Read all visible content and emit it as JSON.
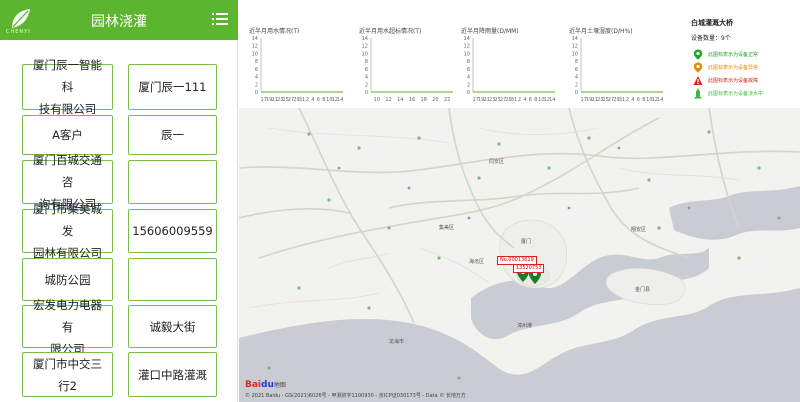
{
  "app": {
    "title": "园林浇灌",
    "logo_text": "CHENYI"
  },
  "colors": {
    "brand_green": "#5cb52e",
    "card_border": "#78c04d",
    "legend_green": "#2aa12a",
    "legend_orange": "#e38b00",
    "legend_red": "#d9251d",
    "legend_lime": "#3fb93f"
  },
  "icons": {
    "menu": "menu-list-icon",
    "logo": "leaf-logo-icon",
    "marker": "map-marker-icon"
  },
  "cards": [
    {
      "lines": [
        "厦门辰一智能科",
        "技有限公司"
      ]
    },
    {
      "lines": [
        "厦门辰一111"
      ]
    },
    {
      "lines": [
        "A客户"
      ]
    },
    {
      "lines": [
        "辰一"
      ]
    },
    {
      "lines": [
        "厦门百城交通咨",
        "询有限公司"
      ]
    },
    {
      "lines": [
        ""
      ]
    },
    {
      "lines": [
        "厦门市集美城发",
        "园林有限公司"
      ]
    },
    {
      "lines": [
        "15606009559"
      ]
    },
    {
      "lines": [
        "城防公园"
      ]
    },
    {
      "lines": [
        ""
      ]
    },
    {
      "lines": [
        "宏发电力电器有",
        "限公司"
      ]
    },
    {
      "lines": [
        "诚毅大街"
      ]
    },
    {
      "lines": [
        "厦门市中交三行2"
      ]
    },
    {
      "lines": [
        "灌口中路灌溉"
      ]
    }
  ],
  "chart_data": [
    {
      "type": "bar",
      "title": "近半月用水情况(T)",
      "ylim": [
        0,
        14
      ],
      "yticks": [
        "14",
        "12",
        "10",
        "8",
        "6",
        "4",
        "2",
        "0"
      ],
      "categories": [
        "17",
        "19",
        "21",
        "23",
        "25",
        "27",
        "29",
        "31",
        "2",
        "4",
        "6",
        "8",
        "10",
        "12",
        "14"
      ],
      "x_tick_labels": [
        "17",
        "19",
        "21",
        "23",
        "25",
        "27",
        "29",
        "31",
        "2",
        "4",
        "6",
        "8",
        "10",
        "12",
        "14"
      ],
      "values": [
        0,
        0,
        0,
        0,
        0,
        0,
        0,
        0,
        0,
        0,
        0,
        0,
        0,
        0,
        0
      ]
    },
    {
      "type": "bar",
      "title": "近半月用水超标情况(T)",
      "ylim": [
        0,
        14
      ],
      "yticks": [
        "14",
        "12",
        "10",
        "8",
        "6",
        "4",
        "2",
        "0"
      ],
      "categories": [
        "10",
        "11",
        "12",
        "13",
        "14",
        "15",
        "16",
        "17",
        "18",
        "19",
        "20",
        "21",
        "22"
      ],
      "x_tick_labels": [
        "10",
        "12",
        "14",
        "16",
        "18",
        "20",
        "22"
      ],
      "values": [
        0,
        0,
        0,
        0,
        0,
        0,
        0,
        0,
        0,
        0,
        0,
        0,
        0
      ]
    },
    {
      "type": "bar",
      "title": "近半月降雨量(D/MM)",
      "ylim": [
        0,
        14
      ],
      "yticks": [
        "14",
        "12",
        "10",
        "8",
        "6",
        "4",
        "2",
        "0"
      ],
      "categories": [
        "17",
        "19",
        "21",
        "23",
        "25",
        "27",
        "29",
        "31",
        "2",
        "4",
        "6",
        "8",
        "10",
        "12",
        "14"
      ],
      "x_tick_labels": [
        "17",
        "19",
        "21",
        "23",
        "25",
        "27",
        "29",
        "31",
        "2",
        "4",
        "6",
        "8",
        "10",
        "12",
        "14"
      ],
      "values": [
        0,
        0,
        0,
        0,
        0,
        0,
        0,
        0,
        0,
        0,
        0,
        0,
        0,
        0,
        0
      ]
    },
    {
      "type": "bar",
      "title": "近半月土壤湿度(D/H%)",
      "ylim": [
        0,
        14
      ],
      "yticks": [
        "14",
        "12",
        "10",
        "8",
        "6",
        "4",
        "2",
        "0"
      ],
      "categories": [
        "17",
        "19",
        "21",
        "23",
        "25",
        "27",
        "29",
        "31",
        "2",
        "4",
        "6",
        "8",
        "10",
        "12",
        "14"
      ],
      "x_tick_labels": [
        "17",
        "19",
        "21",
        "23",
        "25",
        "27",
        "29",
        "31",
        "2",
        "4",
        "6",
        "8",
        "10",
        "12",
        "14"
      ],
      "values": [
        0,
        0,
        0,
        0,
        0,
        0,
        0,
        0,
        0,
        0,
        0,
        0,
        0,
        0,
        0
      ]
    }
  ],
  "legend": {
    "title": "白城灌溉大桥",
    "device_count": "设备数量：9个",
    "items": [
      {
        "text": "此图标表示为设备正常",
        "color": "#2aa12a",
        "icon": "green-marker-icon"
      },
      {
        "text": "此图标表示为设备异常",
        "color": "#e38b00",
        "icon": "orange-marker-icon"
      },
      {
        "text": "此图标表示为设备故障",
        "color": "#d9251d",
        "icon": "red-warning-icon"
      },
      {
        "text": "此图标表示为设备浇水中",
        "color": "#3fb93f",
        "icon": "sprinkler-icon"
      }
    ]
  },
  "map": {
    "tags": [
      "No.00013619",
      "13520753"
    ],
    "cities": [
      {
        "label": "厦门"
      },
      {
        "label": "集美区"
      },
      {
        "label": "海沧区"
      },
      {
        "label": "翔安区"
      },
      {
        "label": "同安区"
      },
      {
        "label": "金门县"
      },
      {
        "label": "漳州港"
      },
      {
        "label": "龙海市"
      }
    ],
    "copyright": "© 2021 Baidu - GS(2021)6026号 - 甲测资字1100930 - 京ICP证030173号 - Data © 长地万方",
    "baidu_logo": "Bai",
    "baidu_logo_b": "du",
    "baidu_logo_suffix": "地图"
  }
}
